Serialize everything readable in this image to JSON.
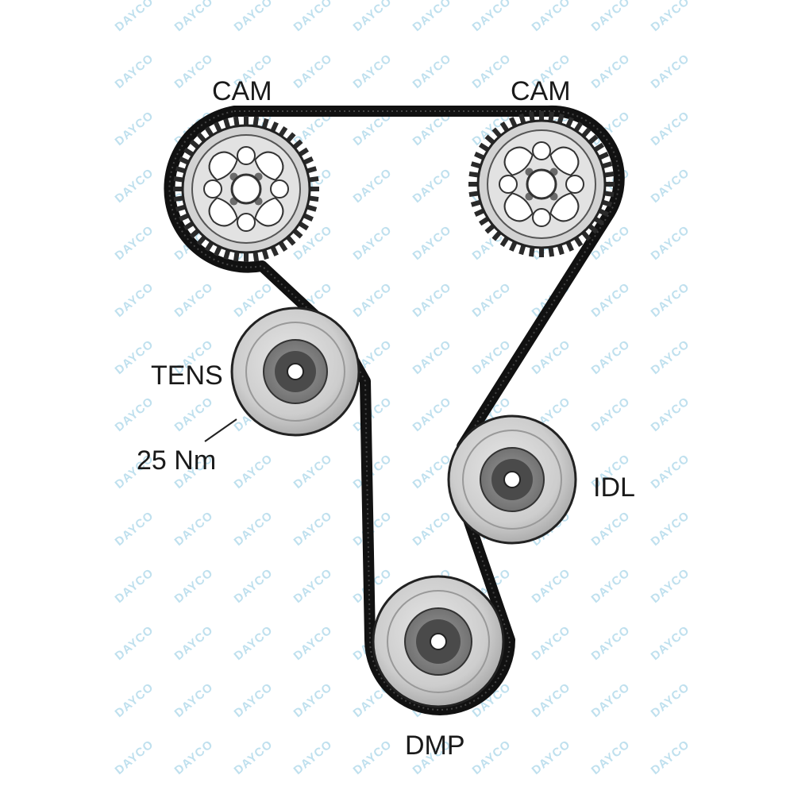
{
  "labels": {
    "cam_left": "CAM",
    "cam_right": "CAM",
    "tensioner": "TENS",
    "tensioner_torque": "25 Nm",
    "idler": "IDL",
    "damper": "DMP"
  },
  "watermark": "DAYCO",
  "colors": {
    "belt": "#111111",
    "pulley_outer": "#c8c8c8",
    "pulley_inner": "#7d7d7d",
    "pulley_hub": "#3a3a3a",
    "gear": "#d2d2d2",
    "watermark": "#bfe0ee"
  }
}
